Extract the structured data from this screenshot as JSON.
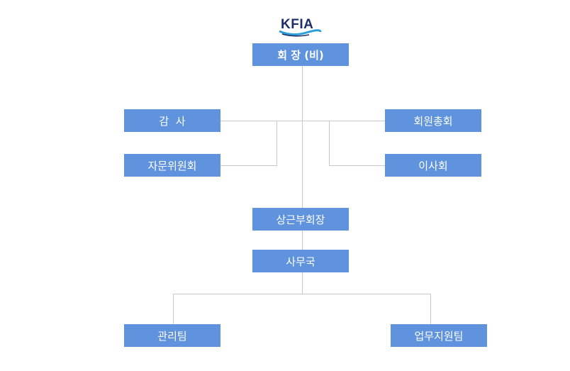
{
  "logo": {
    "text": "KFIA"
  },
  "nodes": {
    "chairman": "회 장 (비)",
    "auditor": "감  사",
    "general_assembly": "회원총회",
    "advisory_committee": "자문위원회",
    "board": "이사회",
    "standing_vice_chairman": "상근부회장",
    "secretariat": "사무국",
    "management_team": "관리팀",
    "business_support_team": "업무지원팀"
  },
  "colors": {
    "box": "#5f93dd",
    "line": "#c9c9c9",
    "logo": "#1d2f6b",
    "logo_wave": "#2a9fd8"
  }
}
